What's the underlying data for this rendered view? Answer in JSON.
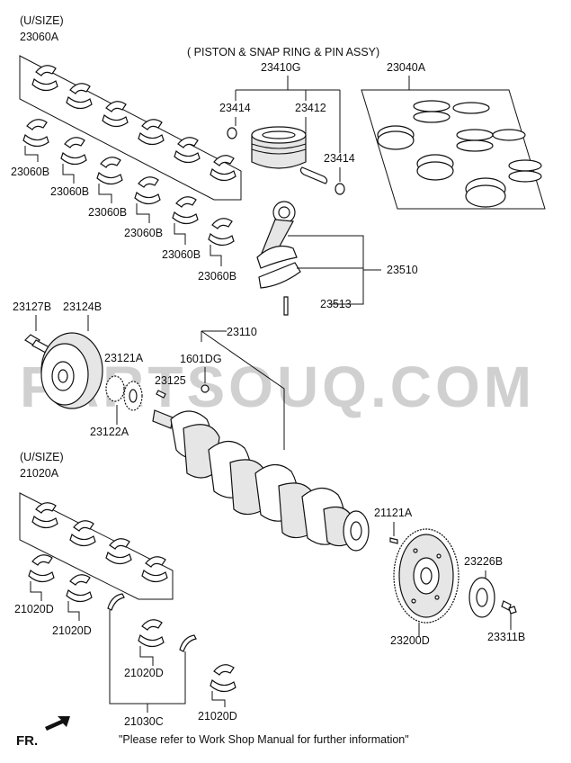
{
  "watermark": "PARTSOUQ.COM",
  "note": "\"Please refer to Work Shop Manual for further information\"",
  "direction_label": "FR.",
  "labels": {
    "usize_top": "(U/SIZE)",
    "p23060A": "23060A",
    "p23060B": "23060B",
    "assy_title": "( PISTON & SNAP RING & PIN ASSY)",
    "p23410G": "23410G",
    "p23040A": "23040A",
    "p23414": "23414",
    "p23412": "23412",
    "p23510": "23510",
    "p23513": "23513",
    "p23127B": "23127B",
    "p23124B": "23124B",
    "p23121A": "23121A",
    "p1601DG": "1601DG",
    "p23110": "23110",
    "p23125": "23125",
    "p23122A": "23122A",
    "usize_bottom": "(U/SIZE)",
    "p21020A": "21020A",
    "p21020D": "21020D",
    "p21121A": "21121A",
    "p23226B": "23226B",
    "p23200D": "23200D",
    "p23311B": "23311B",
    "p21030C": "21030C"
  },
  "icons": {
    "direction": "arrow-icon"
  }
}
